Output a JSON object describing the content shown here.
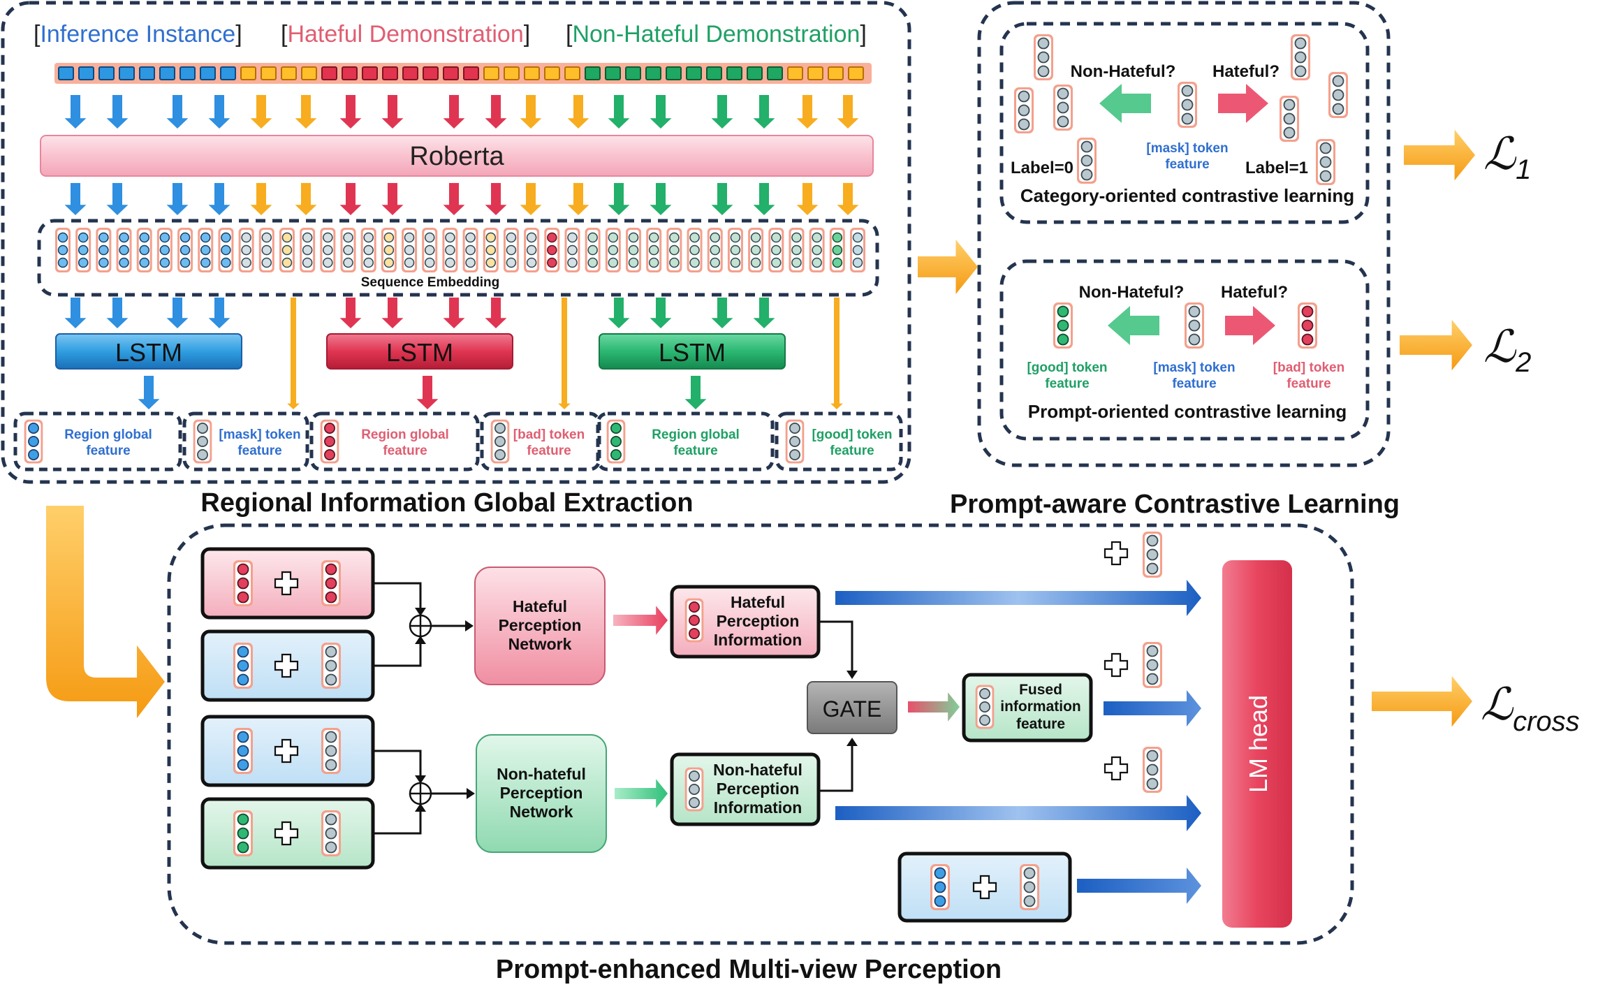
{
  "legend": {
    "inference": "Inference Instance",
    "hateful": "Hateful Demonstration",
    "nonhateful": "Non-Hateful Demonstration"
  },
  "encoder": {
    "roberta": "Roberta",
    "sequence_embedding": "Sequence Embedding",
    "lstm": "LSTM"
  },
  "regional_features": [
    {
      "line1": "Region global",
      "line2": "feature",
      "color": "#2f6fd0"
    },
    {
      "line1": "[mask] token",
      "line2": "feature",
      "color": "#2f6fd0"
    },
    {
      "line1": "Region global",
      "line2": "feature",
      "color": "#e05e72"
    },
    {
      "line1": "[bad] token",
      "line2": "feature",
      "color": "#e05e72"
    },
    {
      "line1": "Region global",
      "line2": "feature",
      "color": "#1fa065"
    },
    {
      "line1": "[good] token",
      "line2": "feature",
      "color": "#1fa065"
    }
  ],
  "titles": {
    "regional": "Regional Information Global Extraction",
    "contrastive": "Prompt-aware Contrastive Learning",
    "perception": "Prompt-enhanced Multi-view Perception"
  },
  "category": {
    "nonhateful_q": "Non-Hateful?",
    "hateful_q": "Hateful?",
    "mask_line1": "[mask] token",
    "mask_line2": "feature",
    "label0": "Label=0",
    "label1": "Label=1",
    "caption": "Category-oriented contrastive learning"
  },
  "prompt": {
    "nonhateful_q": "Non-Hateful?",
    "hateful_q": "Hateful?",
    "good_line1": "[good] token",
    "good_line2": "feature",
    "mask_line1": "[mask] token",
    "mask_line2": "feature",
    "bad_line1": "[bad] token",
    "bad_line2": "feature",
    "caption": "Prompt-oriented  contrastive learning"
  },
  "losses": {
    "l1": {
      "sym": "ℒ",
      "sub": "1"
    },
    "l2": {
      "sym": "ℒ",
      "sub": "2"
    },
    "lcross": {
      "sym": "ℒ",
      "sub": "cross"
    }
  },
  "perception": {
    "hpn": [
      "Hateful",
      "Perception",
      "Network"
    ],
    "npn": [
      "Non-hateful",
      "Perception",
      "Network"
    ],
    "hpi": [
      "Hateful",
      "Perception",
      "Information"
    ],
    "npi": [
      "Non-hateful",
      "Perception",
      "Information"
    ],
    "gate": "GATE",
    "fused": [
      "Fused",
      "information",
      "feature"
    ],
    "lm_head": "LM head"
  },
  "colors": {
    "blue": "#2f6fd0",
    "red": "#e05e72",
    "green": "#1fa065",
    "orange": "#f5a623",
    "navy": "#24344f"
  }
}
